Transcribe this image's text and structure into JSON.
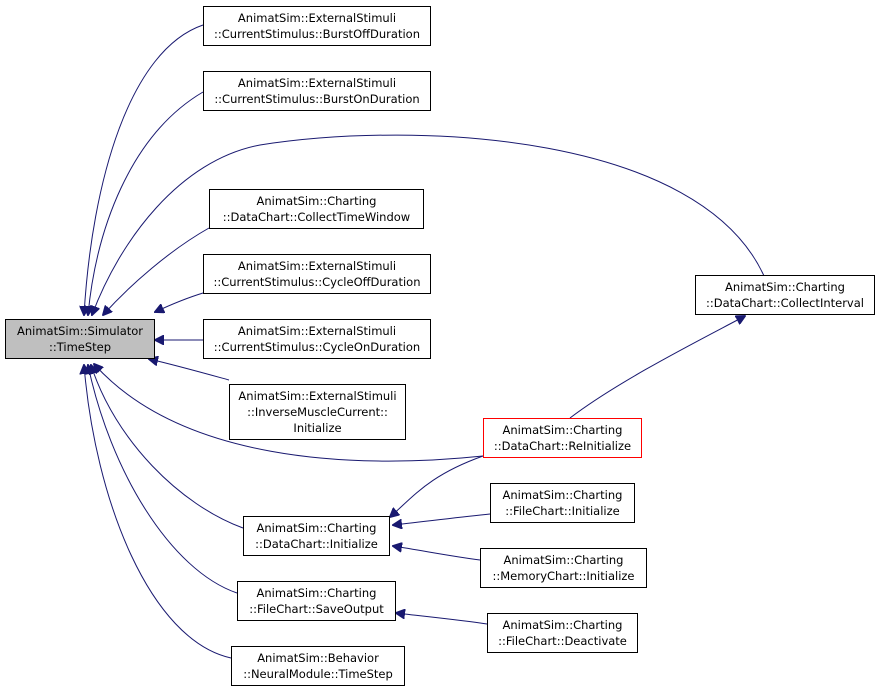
{
  "colors": {
    "edge": "#191970",
    "node_border": "#000000",
    "root_fill": "#bfbfbf",
    "highlight_border": "#ff0000",
    "background": "#ffffff"
  },
  "nodes": {
    "root": {
      "line1": "AnimatSim::Simulator",
      "line2": "::TimeStep"
    },
    "burst_off": {
      "line1": "AnimatSim::ExternalStimuli",
      "line2": "::CurrentStimulus::BurstOffDuration"
    },
    "burst_on": {
      "line1": "AnimatSim::ExternalStimuli",
      "line2": "::CurrentStimulus::BurstOnDuration"
    },
    "collect_time_window": {
      "line1": "AnimatSim::Charting",
      "line2": "::DataChart::CollectTimeWindow"
    },
    "cycle_off": {
      "line1": "AnimatSim::ExternalStimuli",
      "line2": "::CurrentStimulus::CycleOffDuration"
    },
    "cycle_on": {
      "line1": "AnimatSim::ExternalStimuli",
      "line2": "::CurrentStimulus::CycleOnDuration"
    },
    "inverse_muscle": {
      "line1": "AnimatSim::ExternalStimuli",
      "line2": "::InverseMuscleCurrent::",
      "line3": "Initialize"
    },
    "collect_interval": {
      "line1": "AnimatSim::Charting",
      "line2": "::DataChart::CollectInterval"
    },
    "reinitialize": {
      "line1": "AnimatSim::Charting",
      "line2": "::DataChart::ReInitialize"
    },
    "datachart_init": {
      "line1": "AnimatSim::Charting",
      "line2": "::DataChart::Initialize"
    },
    "filechart_init": {
      "line1": "AnimatSim::Charting",
      "line2": "::FileChart::Initialize"
    },
    "memorychart_init": {
      "line1": "AnimatSim::Charting",
      "line2": "::MemoryChart::Initialize"
    },
    "save_output": {
      "line1": "AnimatSim::Charting",
      "line2": "::FileChart::SaveOutput"
    },
    "deactivate": {
      "line1": "AnimatSim::Charting",
      "line2": "::FileChart::Deactivate"
    },
    "neural_timestep": {
      "line1": "AnimatSim::Behavior",
      "line2": "::NeuralModule::TimeStep"
    }
  }
}
